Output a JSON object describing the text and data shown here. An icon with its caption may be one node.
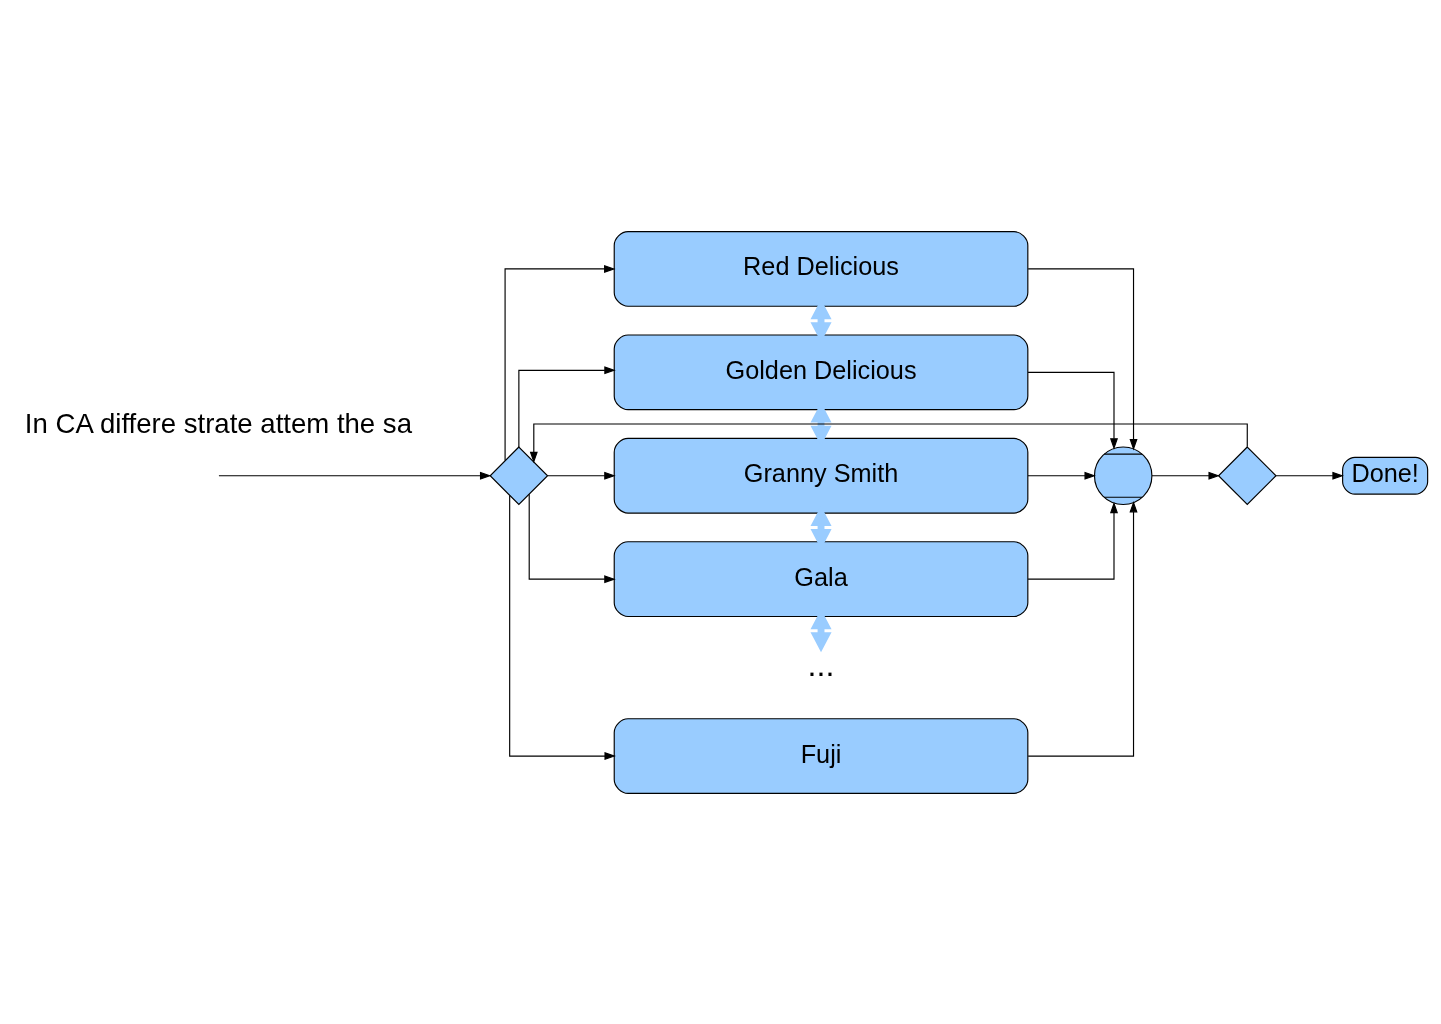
{
  "diagram": {
    "nodes": [
      {
        "text": [],
        "shape": "diamond"
      },
      {
        "text": [
          "Red Delicious"
        ]
      },
      {
        "text": [
          "Golden Delicious"
        ]
      },
      {
        "text": [
          "Granny Smith"
        ]
      },
      {
        "text": [
          "Gala"
        ]
      },
      {
        "text": [
          "..."
        ]
      },
      {
        "text": [
          "Fuji"
        ]
      },
      {
        "text": [],
        "shape": "circle"
      },
      {
        "text": [],
        "shape": "diamond"
      },
      {
        "text": [
          "Done!"
        ]
      }
    ],
    "edges": [
      {
        "from": null,
        "to": 0,
        "arrow": "to"
      },
      {
        "from": 0,
        "to": 1,
        "arrow": "to"
      },
      {
        "from": 0,
        "to": 2,
        "arrow": "to"
      },
      {
        "from": 0,
        "to": 3,
        "arrow": "to"
      },
      {
        "from": 0,
        "to": 4,
        "arrow": "to"
      },
      {
        "from": 0,
        "to": 6,
        "arrow": "to"
      },
      {
        "from": 1,
        "to": 2,
        "arrow": "both",
        "style": "thick",
        "color": "#99ccff"
      },
      {
        "from": 2,
        "to": 3,
        "arrow": "both",
        "style": "thick",
        "color": "#99ccff"
      },
      {
        "from": 3,
        "to": 4,
        "arrow": "both",
        "style": "thick",
        "color": "#99ccff"
      },
      {
        "from": 4,
        "to": 5,
        "arrow": "both",
        "style": "thick",
        "color": "#99ccff"
      },
      {
        "from": 1,
        "to": 7,
        "arrow": "to"
      },
      {
        "from": 2,
        "to": 7,
        "arrow": "to"
      },
      {
        "from": 3,
        "to": 7,
        "arrow": "to"
      },
      {
        "from": 4,
        "to": 7,
        "arrow": "to"
      },
      {
        "from": 6,
        "to": 7,
        "arrow": "to"
      },
      {
        "from": 7,
        "to": 8,
        "arrow": "to"
      },
      {
        "from": 8,
        "to": 9,
        "arrow": "to"
      },
      {
        "from": 8,
        "to": 0,
        "arrow": "to"
      }
    ],
    "labels": [
      "In CA differe strate attem the sa"
    ]
  }
}
